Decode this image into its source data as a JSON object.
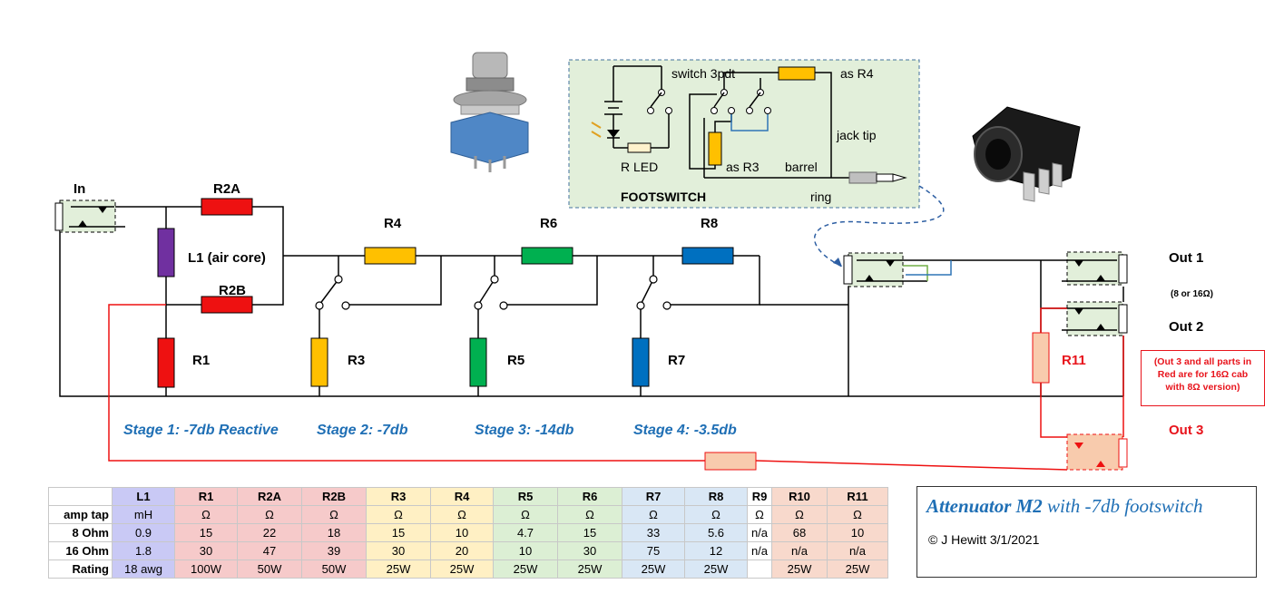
{
  "labels": {
    "in": "In",
    "r2a": "R2A",
    "r2b": "R2B",
    "l1": "L1 (air core)",
    "r1": "R1",
    "r3": "R3",
    "r4": "R4",
    "r5": "R5",
    "r6": "R6",
    "r7": "R7",
    "r8": "R8",
    "r11": "R11",
    "out1": "Out 1",
    "out1_sub": "(8 or 16Ω)",
    "out2": "Out 2",
    "out3": "Out 3"
  },
  "stages": [
    "Stage 1:  -7db Reactive",
    "Stage 2:  -7db",
    "Stage 3:  -14db",
    "Stage 4:  -3.5db"
  ],
  "footswitch": {
    "switch": "switch 3pdt",
    "as_r4": "as R4",
    "jack_tip": "jack tip",
    "r_led": "R LED",
    "as_r3": "as R3",
    "barrel": "barrel",
    "ring": "ring",
    "title": "FOOTSWITCH"
  },
  "note": "(Out 3 and all parts in Red are for 16Ω cab with 8Ω version)",
  "title": {
    "main": "Attenuator M2",
    "sub": "with -7db footswitch",
    "credit": "© J Hewitt 3/1/2021"
  },
  "table": {
    "headers": [
      "L1",
      "R1",
      "R2A",
      "R2B",
      "R3",
      "R4",
      "R5",
      "R6",
      "R7",
      "R8",
      "R9",
      "R10",
      "R11"
    ],
    "rows": [
      {
        "label": "amp tap",
        "values": [
          "mH",
          "Ω",
          "Ω",
          "Ω",
          "Ω",
          "Ω",
          "Ω",
          "Ω",
          "Ω",
          "Ω",
          "Ω",
          "Ω",
          "Ω"
        ]
      },
      {
        "label": "8 Ohm",
        "values": [
          "0.9",
          "15",
          "22",
          "18",
          "15",
          "10",
          "4.7",
          "15",
          "33",
          "5.6",
          "n/a",
          "68",
          "10"
        ]
      },
      {
        "label": "16 Ohm",
        "values": [
          "1.8",
          "30",
          "47",
          "39",
          "30",
          "20",
          "10",
          "30",
          "75",
          "12",
          "n/a",
          "n/a",
          "n/a"
        ]
      },
      {
        "label": "Rating",
        "values": [
          "18 awg",
          "100W",
          "50W",
          "50W",
          "25W",
          "25W",
          "25W",
          "25W",
          "25W",
          "25W",
          "",
          "25W",
          "25W"
        ]
      }
    ]
  },
  "colors": {
    "red": "#ee1111",
    "purple": "#7030a0",
    "yellow": "#ffc000",
    "green": "#00b050",
    "blue": "#0070c0",
    "peach": "#f8cbad",
    "stage_text": "#1f6fb5",
    "footswitch_bg": "#e2efda"
  }
}
